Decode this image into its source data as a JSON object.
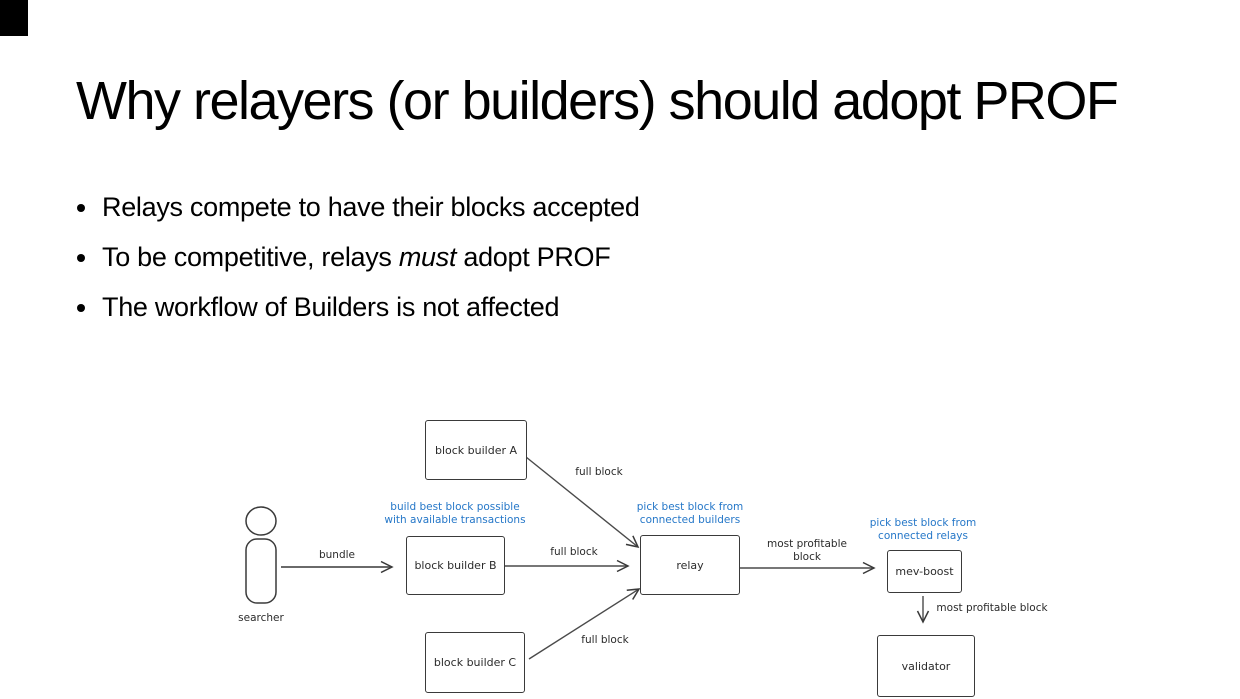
{
  "slide": {
    "title": "Why relayers (or builders) should adopt PROF",
    "bullets": [
      {
        "pre": "Relays compete to have their blocks accepted",
        "em": "",
        "post": ""
      },
      {
        "pre": "To be competitive, relays ",
        "em": "must",
        "post": " adopt PROF"
      },
      {
        "pre": "The workflow of Builders is not affected",
        "em": "",
        "post": ""
      }
    ]
  },
  "diagram": {
    "actor": {
      "label": "searcher"
    },
    "nodes": {
      "builder_a": "block builder A",
      "builder_b": "block builder B",
      "builder_c": "block builder C",
      "relay": "relay",
      "mev_boost": "mev-boost",
      "validator": "validator"
    },
    "edge_labels": {
      "bundle": "bundle",
      "full_block_a": "full block",
      "full_block_b": "full block",
      "full_block_c": "full block",
      "most_profitable_line1": "most profitable",
      "most_profitable_line2": "block",
      "most_profitable_block": "most profitable block"
    },
    "annotations": {
      "builder_note_line1": "build best block possible",
      "builder_note_line2": "with available transactions",
      "relay_note_line1": "pick best block from",
      "relay_note_line2": "connected builders",
      "mev_note_line1": "pick best block from",
      "mev_note_line2": "connected relays"
    },
    "colors": {
      "annotation_blue": "#2577c8",
      "stroke": "#3a3a3a",
      "text": "#000000"
    }
  }
}
